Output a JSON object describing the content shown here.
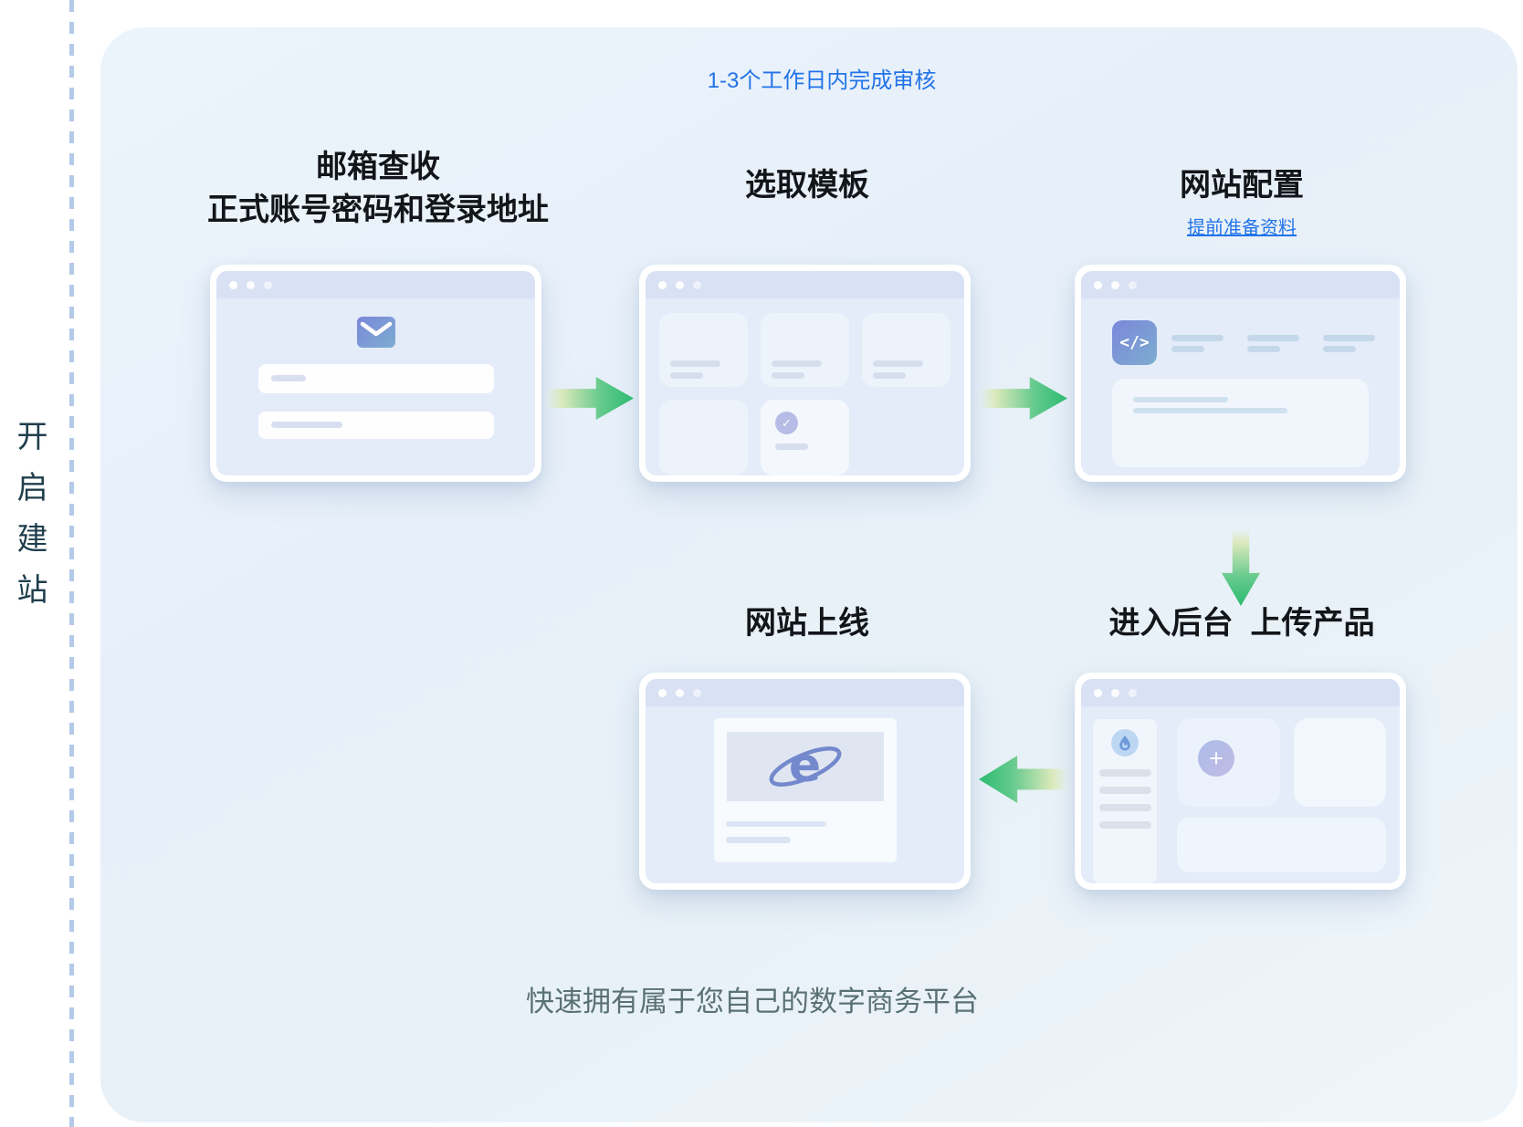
{
  "rail": {
    "vertical_label": "开启建站"
  },
  "header": {
    "review_note": "1-3个工作日内完成审核"
  },
  "steps": {
    "email": {
      "title": "邮箱查收",
      "subtitle": "正式账号密码和登录地址"
    },
    "template": {
      "title": "选取模板"
    },
    "config": {
      "title": "网站配置",
      "link": "提前准备资料"
    },
    "backend": {
      "title": "进入后台  上传产品"
    },
    "online": {
      "title": "网站上线"
    }
  },
  "footer": {
    "caption": "快速拥有属于您自己的数字商务平台"
  },
  "icons": {
    "code_glyph": "</>",
    "check_glyph": "✓",
    "plus_glyph": "+",
    "ie_glyph": "e"
  },
  "colors": {
    "accent_blue": "#2273e8",
    "arrow_green": "#2cbb71",
    "title_dark": "#121519",
    "caption_teal": "#5a7173",
    "rail_teal": "#1f3e4c",
    "icon_gradient_start": "#7b87da",
    "icon_gradient_end": "#7dadd0"
  }
}
